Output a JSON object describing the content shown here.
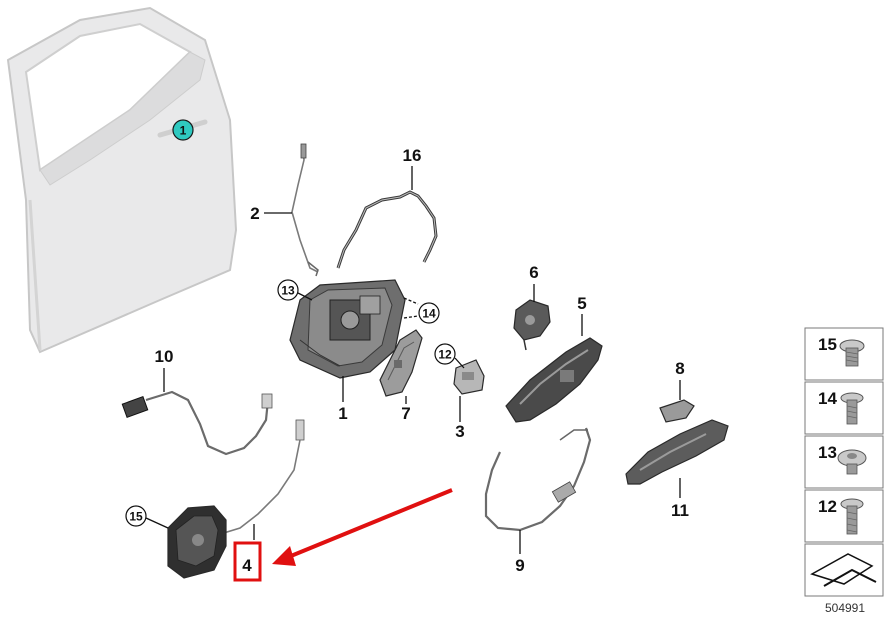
{
  "callouts": {
    "c1": "1",
    "c2": "2",
    "c3": "3",
    "c4": "4",
    "c5": "5",
    "c6": "6",
    "c7": "7",
    "c8": "8",
    "c9": "9",
    "c10": "10",
    "c11": "11",
    "c12": "12",
    "c13": "13",
    "c14": "14",
    "c15": "15",
    "c16": "16",
    "door_marker": "1"
  },
  "legend": {
    "items": [
      "15",
      "14",
      "13",
      "12"
    ]
  },
  "diagram_number": "504991",
  "highlight": {
    "color": "#e01010",
    "marker_color": "#2fc9c0"
  }
}
